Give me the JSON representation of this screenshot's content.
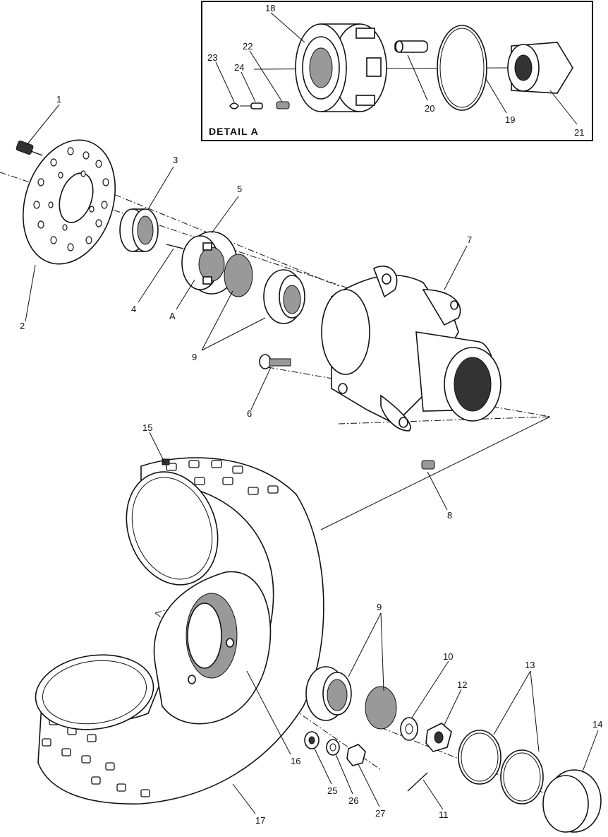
{
  "detail": {
    "title": "DETAIL A"
  },
  "labels": {
    "1": "1",
    "2": "2",
    "3": "3",
    "4": "4",
    "5": "5",
    "6": "6",
    "7": "7",
    "8": "8",
    "9": "9",
    "10": "10",
    "11": "11",
    "12": "12",
    "13": "13",
    "14": "14",
    "15": "15",
    "16": "16",
    "17": "17",
    "18": "18",
    "19": "19",
    "20": "20",
    "21": "21",
    "22": "22",
    "23": "23",
    "24": "24",
    "25": "25",
    "26": "26",
    "27": "27",
    "A": "A"
  }
}
